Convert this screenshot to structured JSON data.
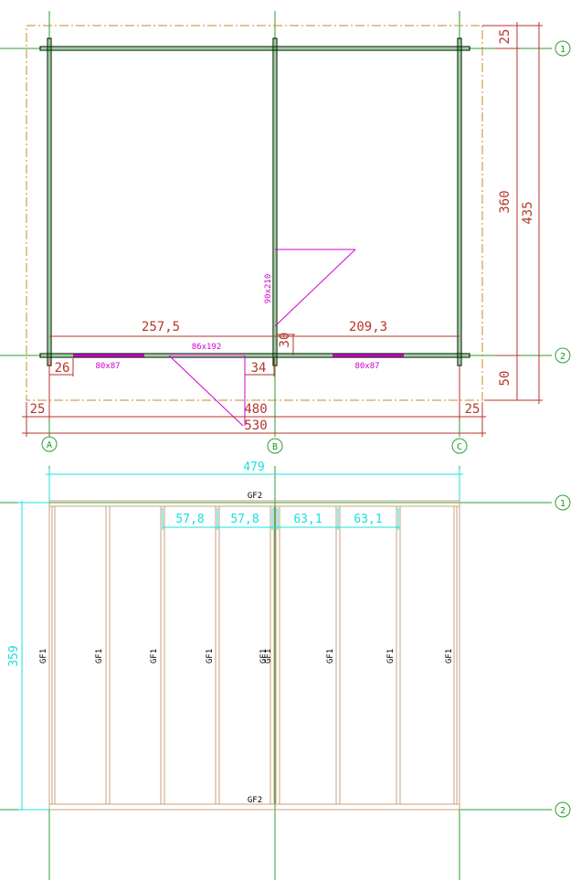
{
  "colors": {
    "grid": "#2f9e2f",
    "wall": "#0a2a0a",
    "dimension": "#b5362b",
    "outline": "#c8892a",
    "opening": "#d000d0",
    "beam_dimension": "#19e0e0",
    "beam": "#c8a080"
  },
  "axes": {
    "rows": [
      "1",
      "2"
    ],
    "columns": [
      "A",
      "B",
      "C"
    ]
  },
  "plan": {
    "dims": {
      "top_offset": "25",
      "inner_depth": "360",
      "total_depth": "435",
      "bottom_offset": "50",
      "left_span": "257,5",
      "right_span": "209,3",
      "left_offset": "25",
      "right_offset": "25",
      "inner_width": "480",
      "total_width": "530",
      "door_offset": "26",
      "door2_offset": "34",
      "wall_offset": "30"
    },
    "openings": {
      "window_left": "80x87",
      "door_front": "86x192",
      "window_right": "80x87",
      "door_inner": "90x210"
    }
  },
  "framing": {
    "dims": {
      "total_width": "479",
      "depth": "359",
      "spacings": [
        "57,8",
        "57,8",
        "63,1",
        "63,1"
      ]
    },
    "beam_top": "GF2",
    "beam_bottom": "GF2",
    "joist_labels": [
      "GF1",
      "GF1",
      "GF1",
      "GF1",
      "GF1",
      "GF1",
      "GF1",
      "GF1",
      "GF1"
    ]
  }
}
